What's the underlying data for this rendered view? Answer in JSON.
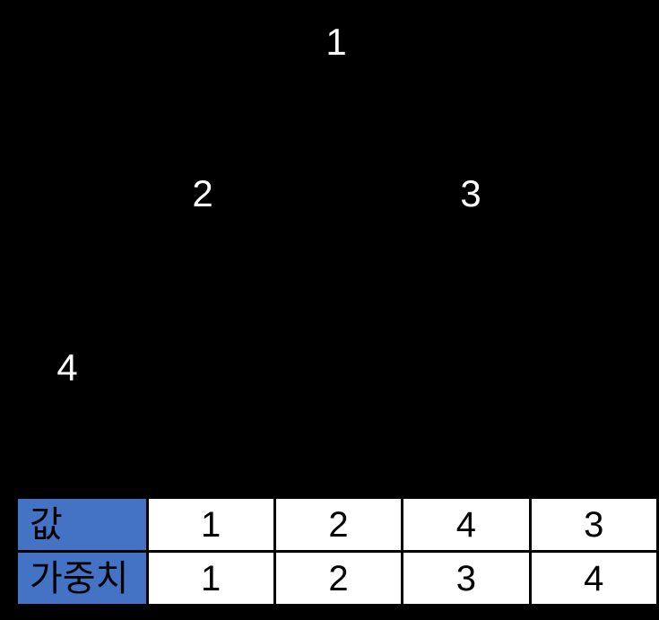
{
  "canvas": {
    "background_color": "#000000",
    "node_text_color": "#ffffff"
  },
  "tree": {
    "nodes": [
      {
        "id": "node-1",
        "label": "1"
      },
      {
        "id": "node-2",
        "label": "2"
      },
      {
        "id": "node-3",
        "label": "3"
      },
      {
        "id": "node-4",
        "label": "4"
      }
    ]
  },
  "table": {
    "label_cell_color": "#4472c4",
    "data_cell_color": "#ffffff",
    "border_color": "#000000",
    "rows": [
      {
        "label": "값",
        "values": [
          "1",
          "2",
          "4",
          "3"
        ]
      },
      {
        "label": "가중치",
        "values": [
          "1",
          "2",
          "3",
          "4"
        ]
      }
    ]
  }
}
